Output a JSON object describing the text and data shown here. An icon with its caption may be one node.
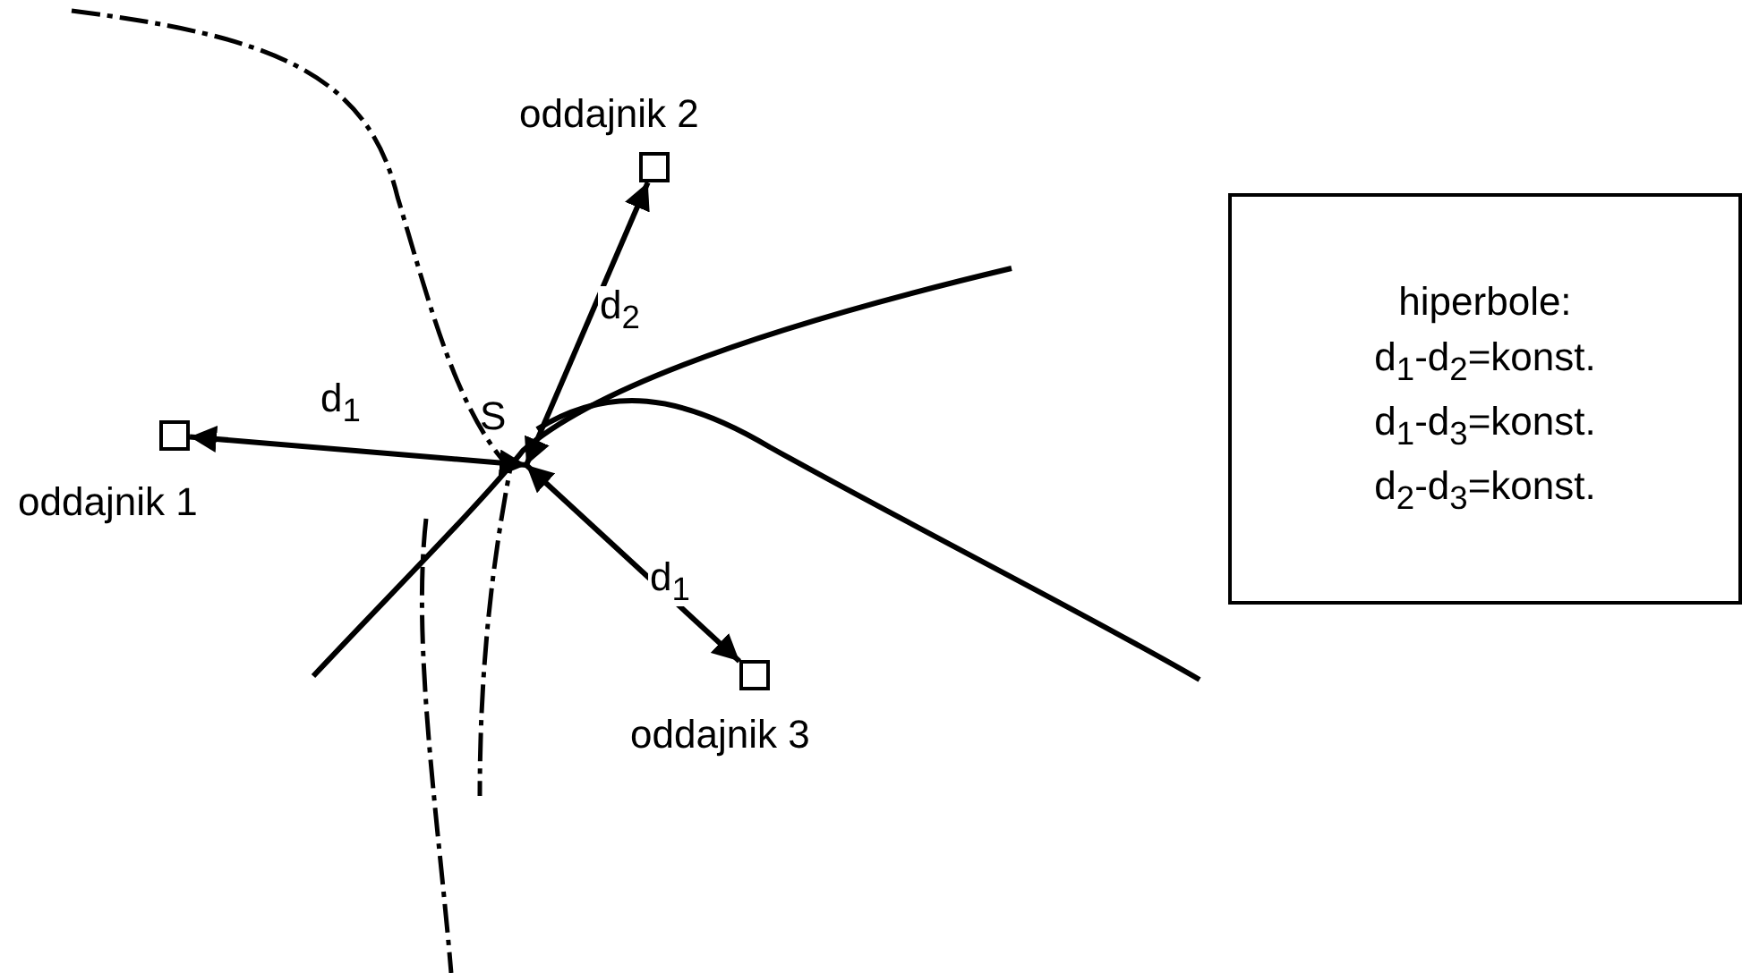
{
  "diagram": {
    "nodes": [
      {
        "text": [
          "S"
        ]
      },
      {
        "text": [],
        "shape": "box",
        "beside": [
          "oddajnik 1"
        ]
      },
      {
        "text": [],
        "shape": "box",
        "beside": [
          "oddajnik 2"
        ]
      },
      {
        "text": [],
        "shape": "box",
        "beside": [
          "oddajnik 3"
        ]
      },
      {
        "text": [
          "hiperbole:",
          "d$_{1}$-d$_{2}$=konst.",
          "d$_{1}$-d$_{3}$=konst.",
          "d$_{2}$-d$_{3}$=konst."
        ]
      }
    ],
    "edges": [
      {
        "from": 0,
        "to": 1,
        "arrow": "both",
        "label": "d$_{1}$"
      },
      {
        "from": 0,
        "to": 2,
        "arrow": "both",
        "label": "d$_{2}$"
      },
      {
        "from": 0,
        "to": 3,
        "arrow": "both",
        "label": "d$_{1}$"
      }
    ]
  }
}
